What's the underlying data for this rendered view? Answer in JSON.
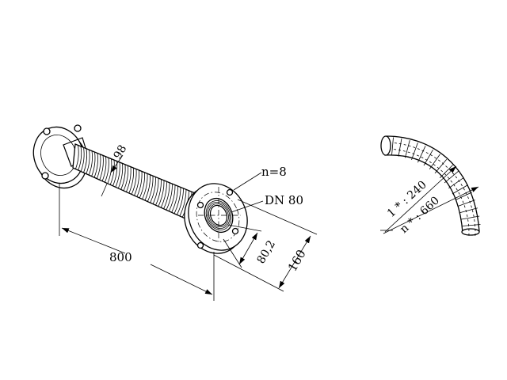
{
  "drawing": {
    "labels": {
      "dim_length": "800",
      "dim_hose_od": "98",
      "bolt_count": "n=8",
      "nominal_diameter": "DN 80",
      "dim_inner": "80,2",
      "dim_flange_od": "160",
      "dim_bend_radius": "1 * : 240",
      "dim_bend_length": "n * : 660"
    },
    "colors": {
      "line": "#000000",
      "background": "#ffffff"
    }
  }
}
